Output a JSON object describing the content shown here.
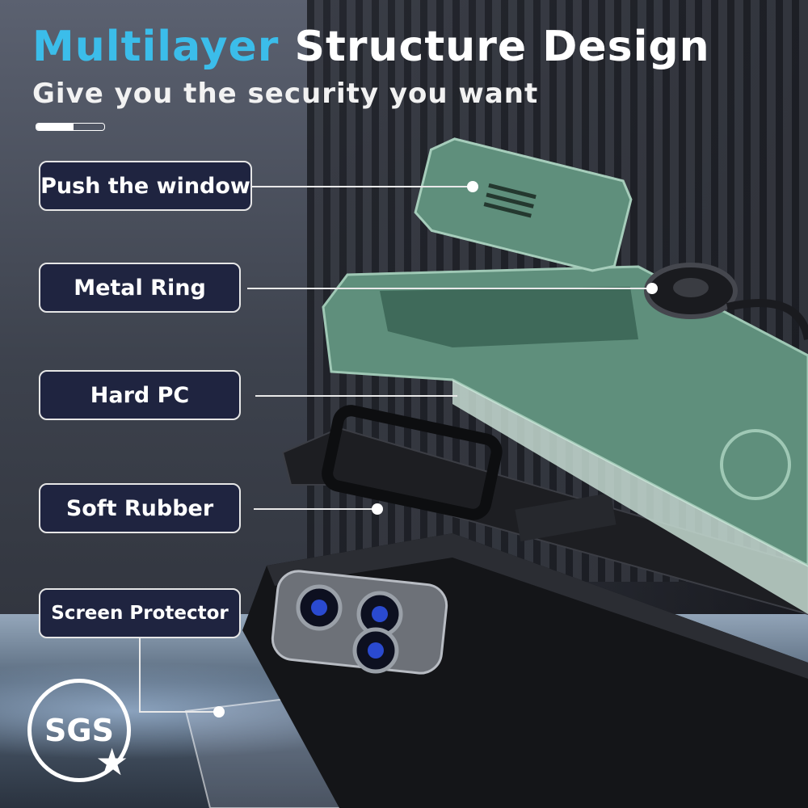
{
  "title": {
    "highlight": "Multilayer",
    "rest": "Structure Design"
  },
  "subtitle": "Give you the security you want",
  "progress_fraction": 0.55,
  "layers": [
    {
      "label": "Push the window"
    },
    {
      "label": "Metal Ring"
    },
    {
      "label": "Hard PC"
    },
    {
      "label": "Soft Rubber"
    },
    {
      "label": "Screen Protector"
    }
  ],
  "badge": {
    "text": "SGS",
    "icon": "star-icon"
  },
  "colors": {
    "accent": "#3bbdea",
    "label_bg": "#1f2440",
    "case_green": "#5f8f7c"
  }
}
